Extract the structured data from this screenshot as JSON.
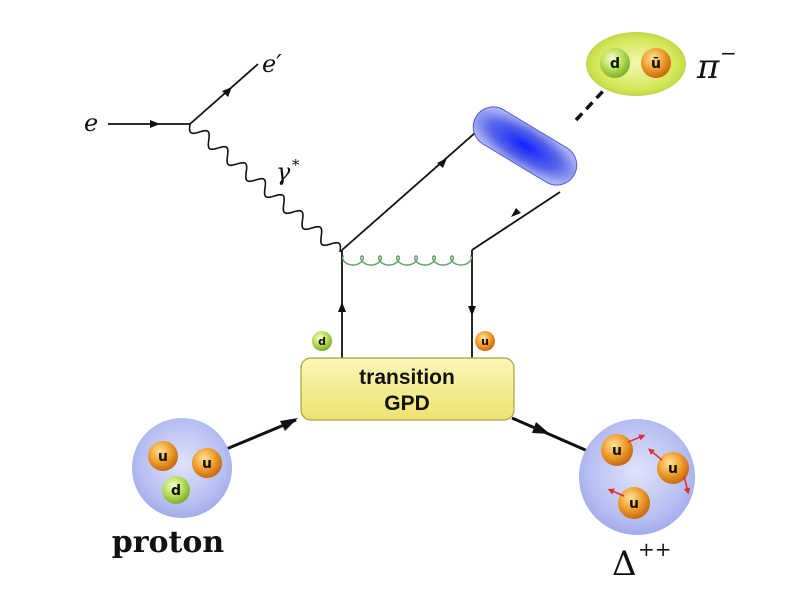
{
  "labels": {
    "electron_in": "e",
    "electron_out": "e′",
    "photon": "γ",
    "photon_star": "*",
    "pion_main": "π",
    "pion_charge": "−",
    "gpd_line1": "transition",
    "gpd_line2": "GPD",
    "proton": "proton",
    "delta_main": "Δ",
    "delta_charge": "++"
  },
  "pion_quarks": [
    "d",
    "ū"
  ],
  "proton_quarks": [
    "u",
    "u",
    "d"
  ],
  "delta_quarks": [
    "u",
    "u",
    "u"
  ],
  "exchange_quarks": [
    "d",
    "u"
  ],
  "colors": {
    "u_quark": "#e88a1a",
    "d_quark": "#b3dc55",
    "hadron_blob": "#b7bff2",
    "pion_blob": "#d6e85a",
    "gpd_box": "#f4ee7e",
    "meson_bar": "#3340e0",
    "gluon": "#6aa26a",
    "spin_arrow": "#e03030"
  }
}
